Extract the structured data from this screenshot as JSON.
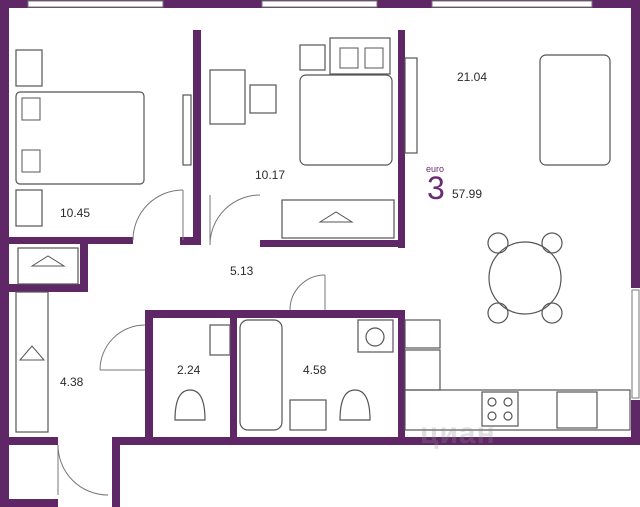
{
  "plan": {
    "colors": {
      "wall": "#5f2766",
      "line": "#444444",
      "accent": "#6b2a73"
    },
    "rooms": {
      "bedroom_large_area": "10.45",
      "bedroom_small_area": "10.17",
      "living_kitchen_area": "21.04",
      "hallway_area": "5.13",
      "entry_area": "4.38",
      "wc_area": "2.24",
      "bathroom_area": "4.58"
    },
    "badge": {
      "rooms_count": "3",
      "suffix": "euro",
      "total_area": "57.99"
    },
    "watermark": "циан"
  }
}
